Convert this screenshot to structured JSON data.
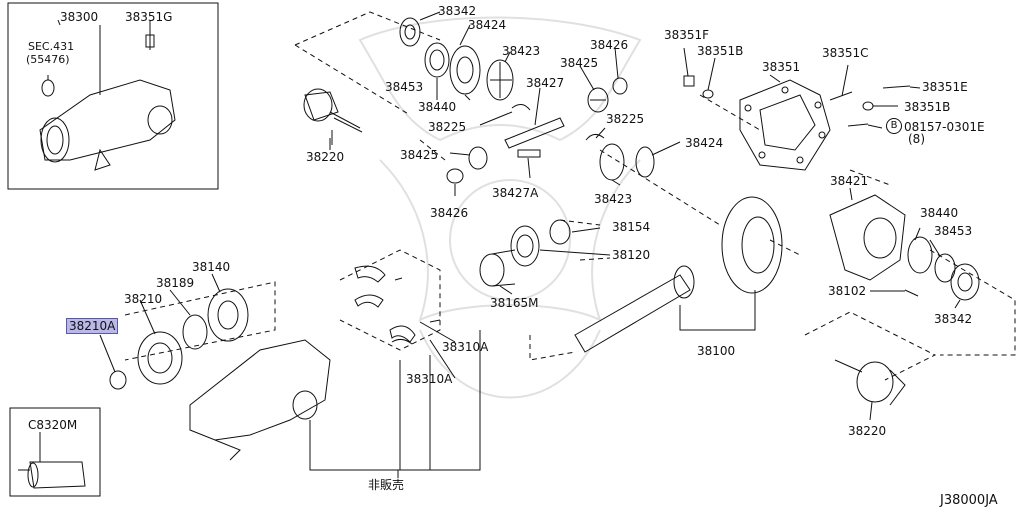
{
  "diagram_code": "J38000JA",
  "not_for_sale_label": "非販売",
  "highlighted_part": "38210A",
  "colors": {
    "line": "#111111",
    "highlight": "#b9b8e6",
    "watermark": "#dcdcdc"
  },
  "labels": {
    "p38300": "38300",
    "p38351G": "38351G",
    "sec431": "SEC.431",
    "sec431_ref": "(55476)",
    "p38342_top": "38342",
    "p38424_top": "38424",
    "p38423_top": "38423",
    "p38453_top": "38453",
    "p38440_top": "38440",
    "p38425_top": "38425",
    "p38426_top": "38426",
    "p38427": "38427",
    "p38225_a": "38225",
    "p38225_b": "38225",
    "p38220_left": "38220",
    "p38425_mid": "38425",
    "p38426_mid": "38426",
    "p38427A": "38427A",
    "p38424_mid": "38424",
    "p38423_mid": "38423",
    "p38351F": "38351F",
    "p38351B_a": "38351B",
    "p38351": "38351",
    "p38351C": "38351C",
    "p38351E": "38351E",
    "p38351B_b": "38351B",
    "bolt_ref": "08157-0301E",
    "bolt_qty": "(8)",
    "bolt_prefix": "B",
    "p38154": "38154",
    "p38120": "38120",
    "p38165M": "38165M",
    "p38421": "38421",
    "p38440_right": "38440",
    "p38453_right": "38453",
    "p38102": "38102",
    "p38342_right": "38342",
    "p38100": "38100",
    "p38220_right": "38220",
    "p38140": "38140",
    "p38189": "38189",
    "p38210": "38210",
    "p38210A": "38210A",
    "p38310A_a": "38310A",
    "p38310A_b": "38310A",
    "c8320m": "C8320M"
  }
}
